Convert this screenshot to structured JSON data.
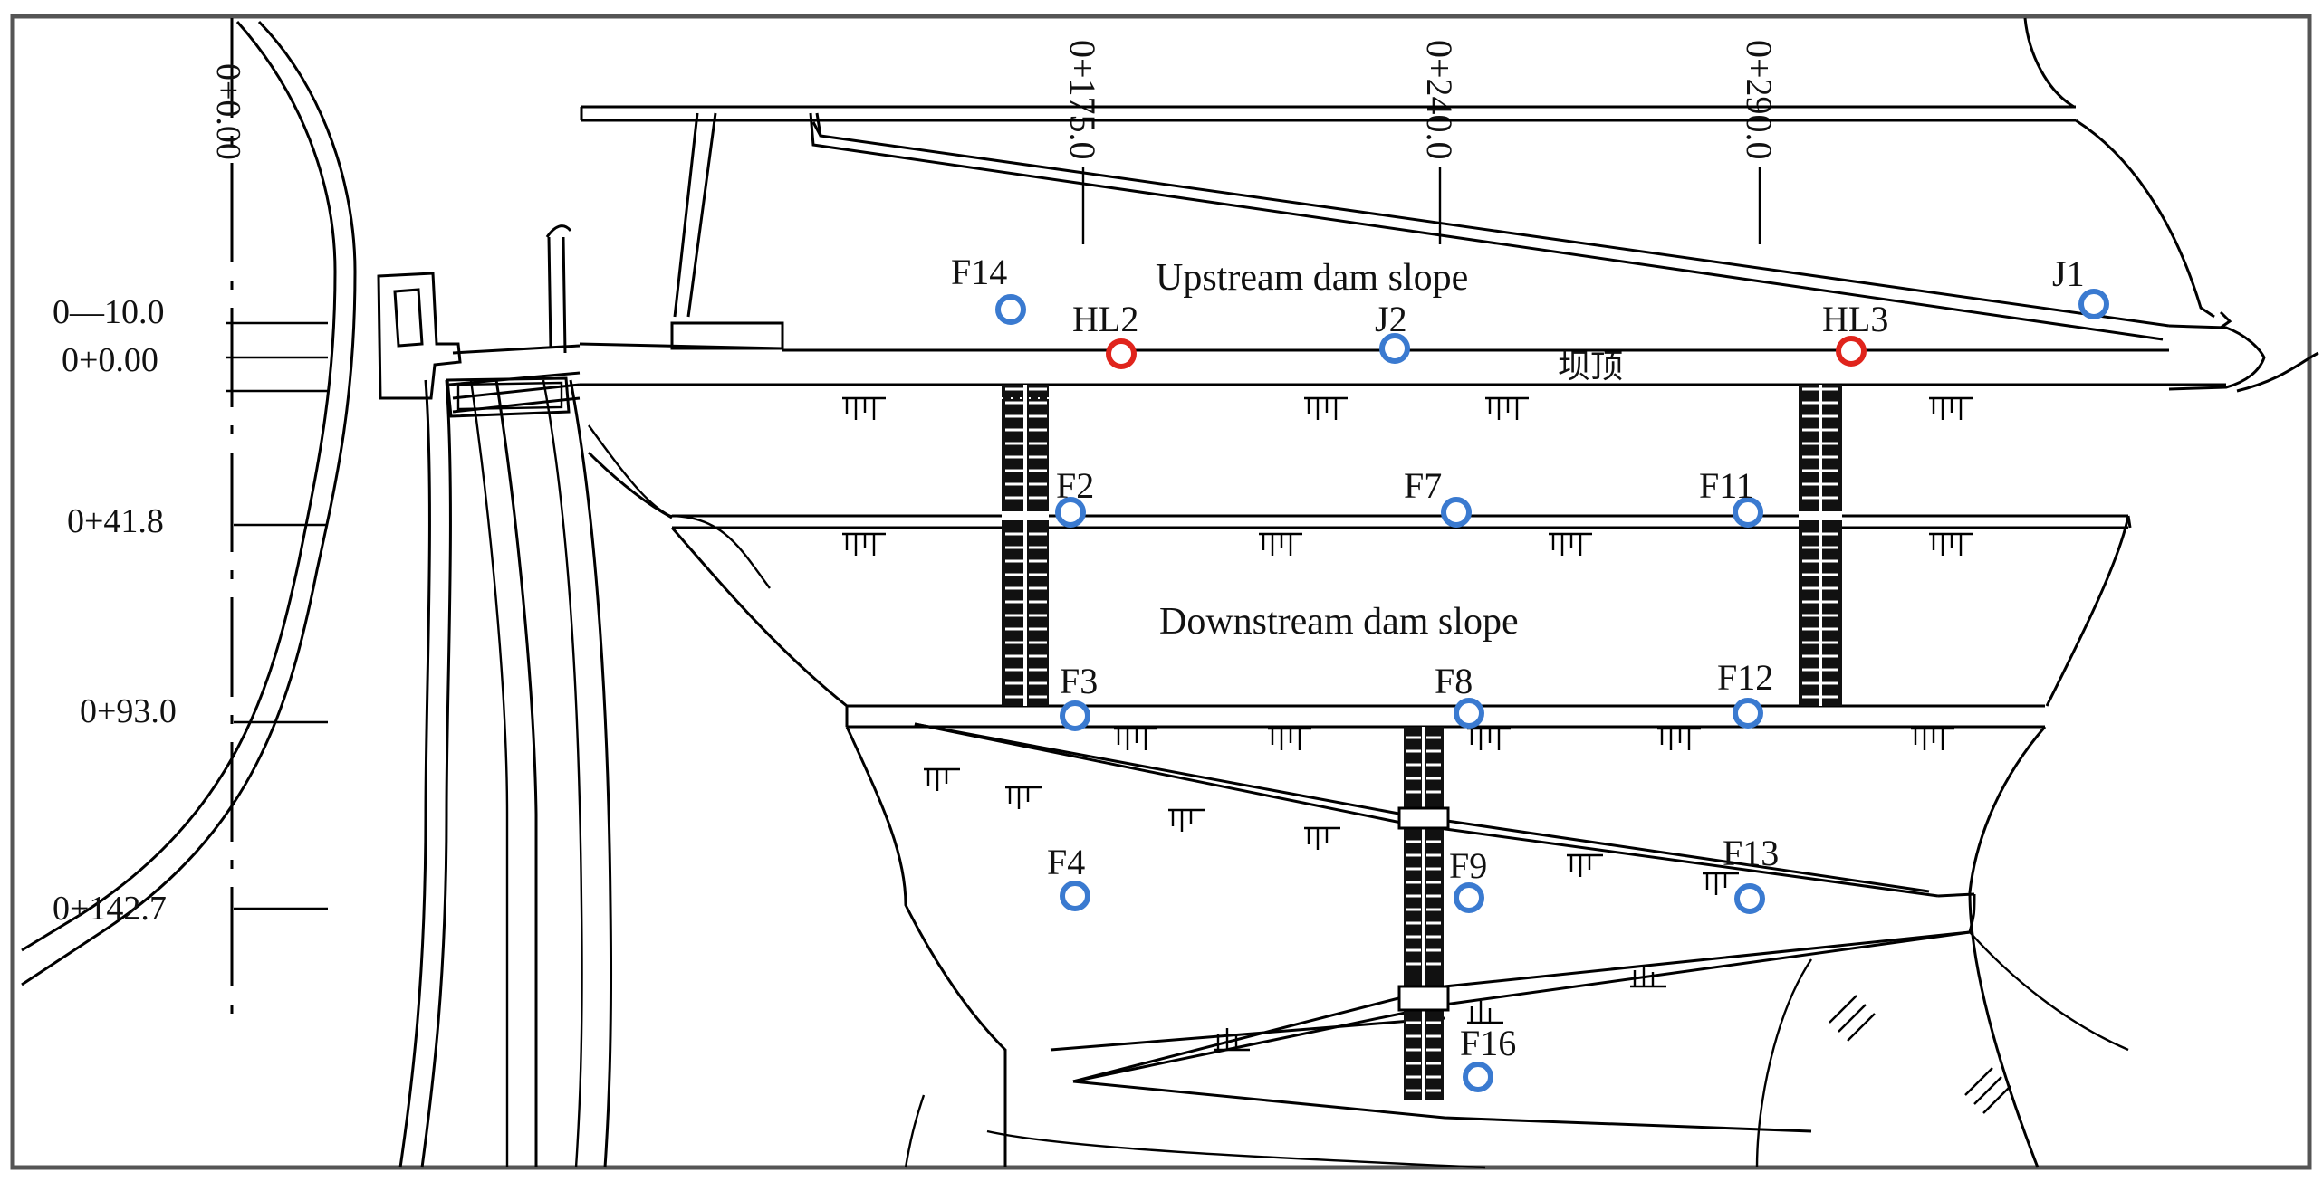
{
  "diagram": {
    "region_labels": {
      "upstream": "Upstream dam slope",
      "downstream": "Downstream dam slope",
      "crest": "坝顶"
    },
    "stations_top": [
      "0+175.0",
      "0+240.0",
      "0+290.0"
    ],
    "stations_axis": "0+0.00",
    "offsets_left": [
      "0—10.0",
      "0+0.00",
      "0+41.8",
      "0+93.0",
      "0+142.7"
    ],
    "monitoring_points": [
      {
        "id": "F14",
        "type": "displacement"
      },
      {
        "id": "HL2",
        "type": "horizontal"
      },
      {
        "id": "J2",
        "type": "displacement"
      },
      {
        "id": "HL3",
        "type": "horizontal"
      },
      {
        "id": "J1",
        "type": "displacement"
      },
      {
        "id": "F2",
        "type": "displacement"
      },
      {
        "id": "F7",
        "type": "displacement"
      },
      {
        "id": "F11",
        "type": "displacement"
      },
      {
        "id": "F3",
        "type": "displacement"
      },
      {
        "id": "F8",
        "type": "displacement"
      },
      {
        "id": "F12",
        "type": "displacement"
      },
      {
        "id": "F4",
        "type": "displacement"
      },
      {
        "id": "F9",
        "type": "displacement"
      },
      {
        "id": "F13",
        "type": "displacement"
      },
      {
        "id": "F16",
        "type": "displacement"
      }
    ],
    "colors": {
      "displacement": "#3a7ad0",
      "horizontal": "#e0241c",
      "line": "#000000"
    }
  }
}
